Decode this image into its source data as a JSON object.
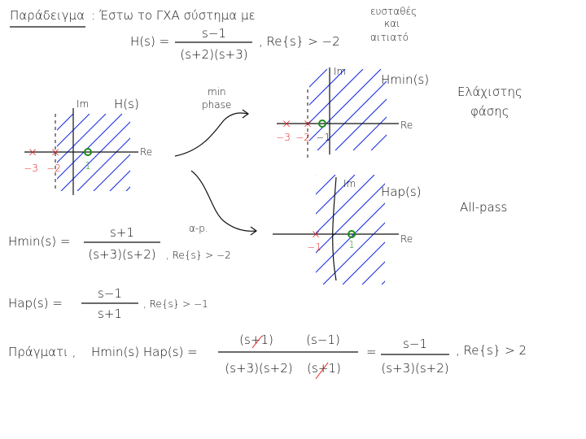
{
  "header": {
    "title": "Παράδειγμα",
    "intro": ": Έστω το ΓΧΑ σύστημα με",
    "note": [
      "ευσταθές",
      "και",
      "αιτιατό"
    ]
  },
  "h": {
    "lhs": "H(s) =",
    "num": "s−1",
    "den": "(s+2)(s+3)",
    "roc": ", Re{s} > −2"
  },
  "plot1": {
    "title": "H(s)",
    "im": "Im",
    "re": "Re",
    "poles": [
      "−3",
      "−2"
    ],
    "zero": "1"
  },
  "arrow1": {
    "label": [
      "min",
      "phase"
    ]
  },
  "plot2": {
    "title": "Hmin(s)",
    "im": "Im",
    "re": "Re",
    "poles": [
      "−3",
      "−2"
    ],
    "zero": "−1",
    "desc": [
      "Ελάχιστης",
      "φάσης"
    ]
  },
  "arrow2": {
    "label": "α-p."
  },
  "plot3": {
    "title": "Hap(s)",
    "im": "Im",
    "re": "Re",
    "pole": "−1",
    "zero": "1",
    "desc": "All-pass"
  },
  "hmin": {
    "lhs": "Hmin(s) =",
    "num": "s+1",
    "den": "(s+3)(s+2)",
    "roc": ", Re{s} > −2"
  },
  "hap": {
    "lhs": "Hap(s) =",
    "num": "s−1",
    "den": "s+1",
    "roc": ", Re{s} > −1"
  },
  "final": {
    "word": "Πράγματι ,",
    "lhs": "Hmin(s) Hap(s) =",
    "num1": "(s+1)",
    "num2": "(s−1)",
    "den1": "(s+3)(s+2)",
    "den2": "(s+1)",
    "eq": "=",
    "num": "s−1",
    "den": "(s+3)(s+2)",
    "roc": ", Re{s} > 2"
  },
  "colors": {
    "pole": "#e02020",
    "zero": "#1a8a1a",
    "hatch": "#1a2ee0"
  }
}
